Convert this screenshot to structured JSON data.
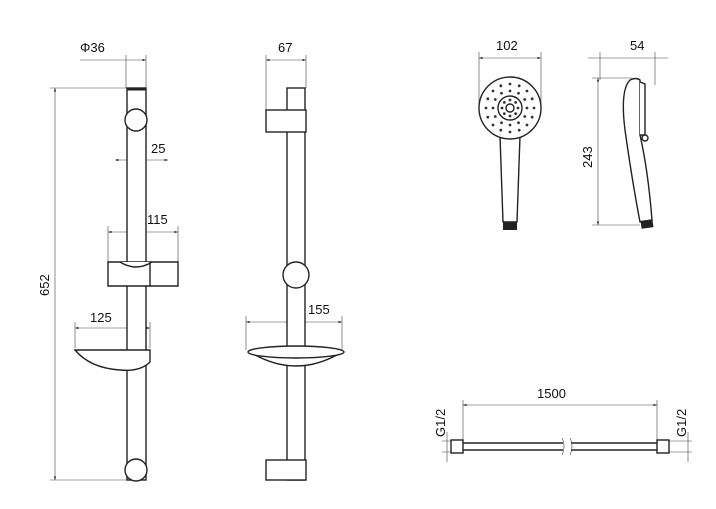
{
  "dimensions": {
    "rail_diameter": "Φ36",
    "rail_width": "25",
    "slider_width": "115",
    "soap_dish_depth": "125",
    "rail_height": "652",
    "side_bracket_depth": "67",
    "soap_dish_width": "155",
    "hand_shower_diameter": "102",
    "hand_shower_depth": "54",
    "hand_shower_length": "243",
    "hose_length": "1500",
    "hose_thread_left": "G1/2",
    "hose_thread_right": "G1/2"
  }
}
